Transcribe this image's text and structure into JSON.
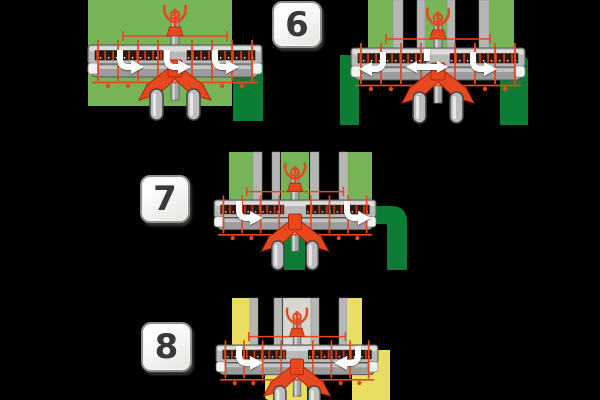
{
  "figure": {
    "type": "instruction-diagram",
    "description": "Mower implement crop-flow configurations shown in numbered steps",
    "steps": [
      {
        "number": "6",
        "panels": [
          {
            "crop": "fresh-green-field",
            "arrows": [
              "down-right",
              "down-right",
              "down-right"
            ],
            "swaths": [
              "right-green"
            ]
          },
          {
            "crop": "fresh-green-columns",
            "arrows": [
              "down-left",
              "split-both-ways",
              "down-right"
            ],
            "swaths": [
              "left-green",
              "right-green"
            ]
          }
        ]
      },
      {
        "number": "7",
        "panels": [
          {
            "crop": "fresh-green-columns",
            "arrows": [
              "down-right",
              "down-right"
            ],
            "swaths": [
              "center-green",
              "right-elbow-green"
            ]
          }
        ]
      },
      {
        "number": "8",
        "panels": [
          {
            "crop": "dry-yellow-columns",
            "arrows": [
              "down-right",
              "down-left"
            ],
            "swaths": [
              "center-elbow-yellow",
              "right-elbow-yellow"
            ]
          }
        ]
      }
    ]
  },
  "colors": {
    "background": "#000000",
    "crop_green": "#76b457",
    "swath_green": "#0d7d35",
    "swath_yellow": "#e7de62",
    "machine_red": "#e8481e",
    "machine_red_dark": "#b23010",
    "frame_gray": "#b6b6b4",
    "arrow_white": "#ffffff",
    "badge_bg": "#f5f5f3",
    "badge_border": "#919191",
    "badge_text": "#3a3a3a"
  }
}
